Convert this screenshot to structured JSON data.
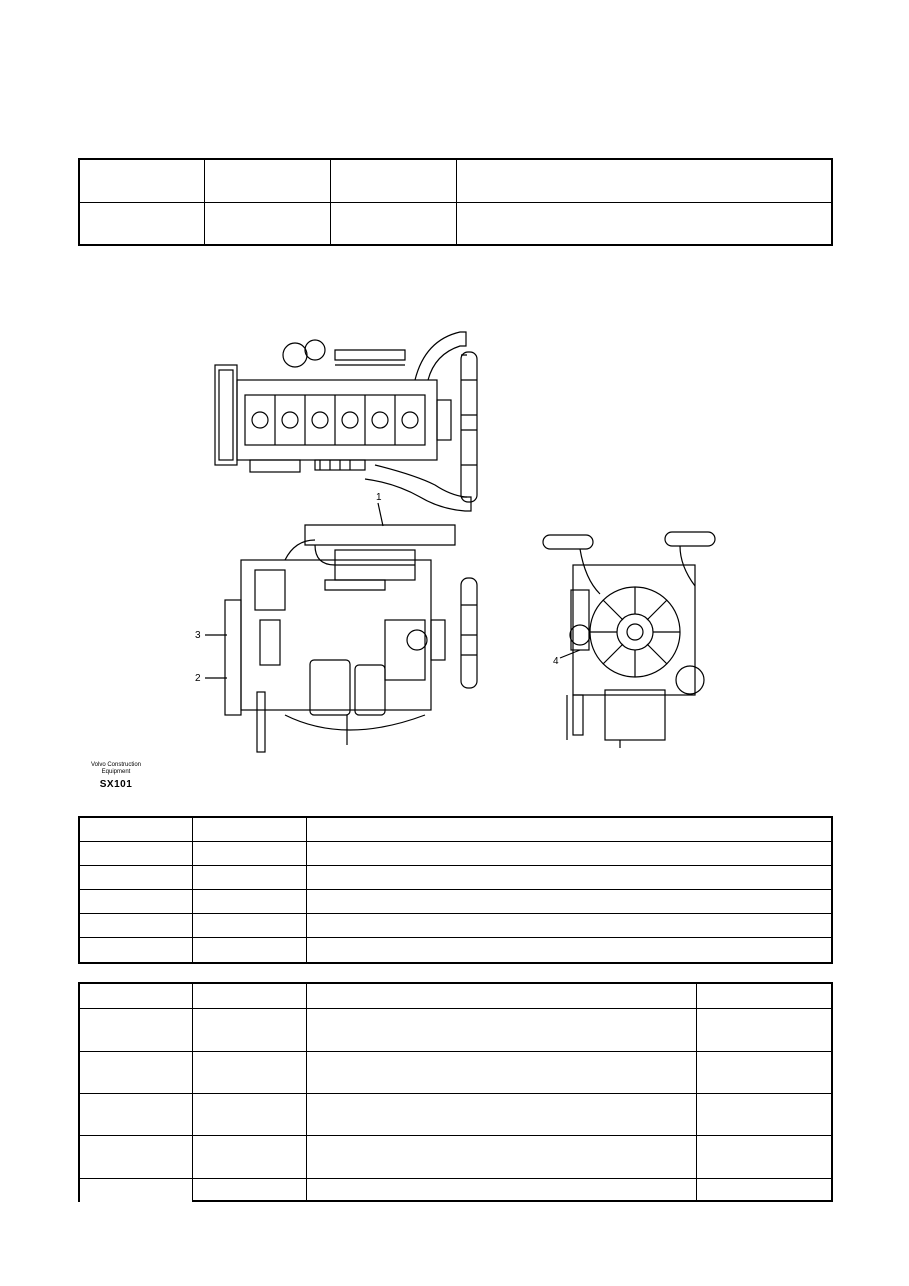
{
  "figure": {
    "callouts": [
      "1",
      "2",
      "3",
      "4"
    ],
    "brand": "Volvo Construction Equipment",
    "code": "SX101"
  }
}
